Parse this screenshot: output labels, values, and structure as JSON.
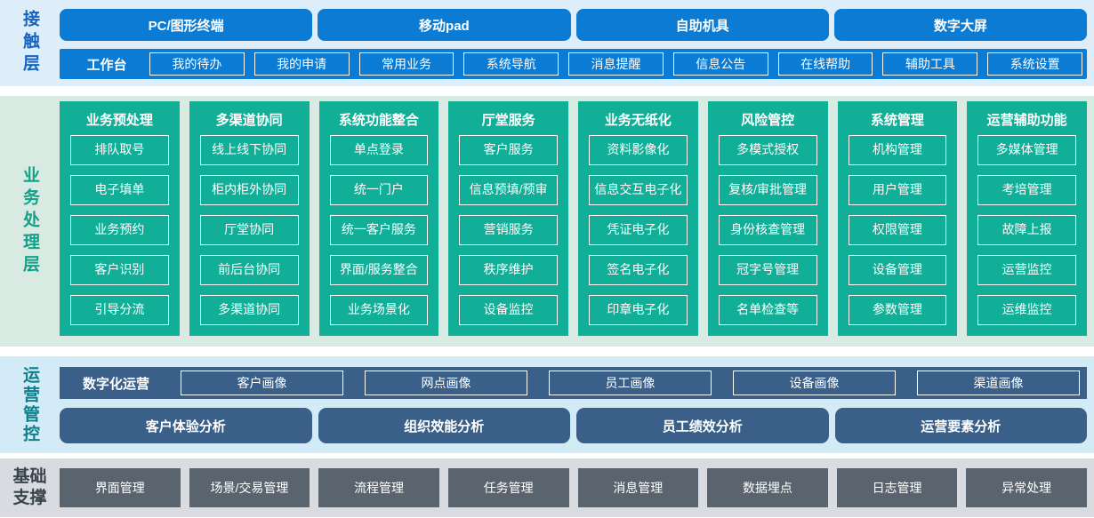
{
  "layers": {
    "contact": {
      "label": "接触层",
      "terminals": [
        "PC/图形终端",
        "移动pad",
        "自助机具",
        "数字大屏"
      ],
      "workbench_label": "工作台",
      "workbench_items": [
        "我的待办",
        "我的申请",
        "常用业务",
        "系统导航",
        "消息提醒",
        "信息公告",
        "在线帮助",
        "辅助工具",
        "系统设置"
      ]
    },
    "business": {
      "label": "业务处理层",
      "columns": [
        {
          "title": "业务预处理",
          "items": [
            "排队取号",
            "电子填单",
            "业务预约",
            "客户识别",
            "引导分流"
          ]
        },
        {
          "title": "多渠道协同",
          "items": [
            "线上线下协同",
            "柜内柜外协同",
            "厅堂协同",
            "前后台协同",
            "多渠道协同"
          ]
        },
        {
          "title": "系统功能整合",
          "items": [
            "单点登录",
            "统一门户",
            "统一客户服务",
            "界面/服务整合",
            "业务场景化"
          ]
        },
        {
          "title": "厅堂服务",
          "items": [
            "客户服务",
            "信息预填/预审",
            "营销服务",
            "秩序维护",
            "设备监控"
          ]
        },
        {
          "title": "业务无纸化",
          "items": [
            "资料影像化",
            "信息交互电子化",
            "凭证电子化",
            "签名电子化",
            "印章电子化"
          ]
        },
        {
          "title": "风险管控",
          "items": [
            "多模式授权",
            "复核/审批管理",
            "身份核查管理",
            "冠字号管理",
            "名单检查等"
          ]
        },
        {
          "title": "系统管理",
          "items": [
            "机构管理",
            "用户管理",
            "权限管理",
            "设备管理",
            "参数管理"
          ]
        },
        {
          "title": "运营辅助功能",
          "items": [
            "多媒体管理",
            "考培管理",
            "故障上报",
            "运营监控",
            "运维监控"
          ]
        }
      ]
    },
    "operations": {
      "label": "运营管控",
      "digital_ops_label": "数字化运营",
      "portraits": [
        "客户画像",
        "网点画像",
        "员工画像",
        "设备画像",
        "渠道画像"
      ],
      "analyses": [
        "客户体验分析",
        "组织效能分析",
        "员工绩效分析",
        "运营要素分析"
      ]
    },
    "foundation": {
      "label": "基础支撑",
      "items": [
        "界面管理",
        "场景/交易管理",
        "流程管理",
        "任务管理",
        "消息管理",
        "数据埋点",
        "日志管理",
        "异常处理"
      ]
    }
  },
  "colors": {
    "contact_blue": "#0b7bd3",
    "business_teal": "#11af97",
    "ops_dark_blue": "#3a6089",
    "foundation_gray": "#5a646e",
    "contact_band_bg": "#ddeefa",
    "business_band_bg": "#d8eae1",
    "ops_band_bg": "#d2ebf7",
    "foundation_band_bg": "#d8dce0",
    "contact_label_color": "#1565c0",
    "business_label_color": "#12a189",
    "ops_label_color": "#0e7f8a",
    "foundation_label_color": "#39434b"
  }
}
